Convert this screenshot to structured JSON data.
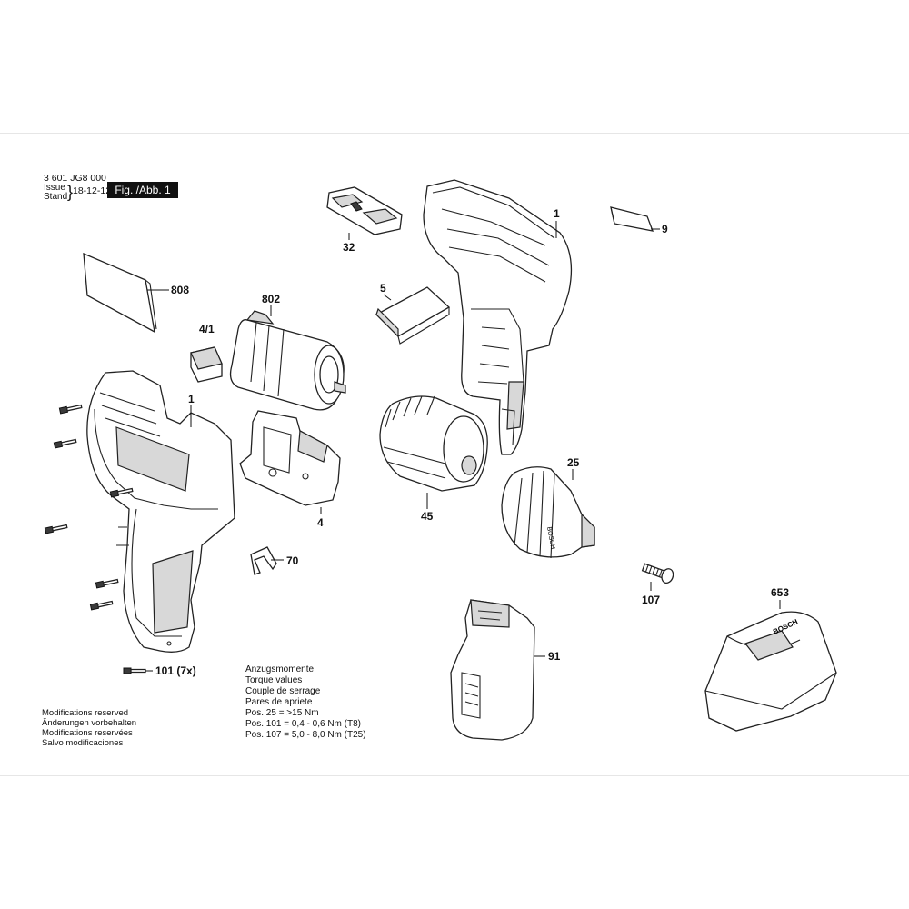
{
  "header": {
    "part_number": "3 601 JG8 000",
    "issue_label": "Issue",
    "stand_label": "Stand",
    "date": "18-12-12",
    "figure": "Fig. /Abb. 1"
  },
  "labels": {
    "p808": "808",
    "p802": "802",
    "p4_1": "4/1",
    "p32": "32",
    "p5": "5",
    "p1_top": "1",
    "p9": "9",
    "p1_left": "1",
    "p4": "4",
    "p45": "45",
    "p25": "25",
    "p70": "70",
    "p107": "107",
    "p653": "653",
    "p91": "91",
    "p101": "101 (7x)"
  },
  "torque": {
    "lines": [
      "Anzugsmomente",
      "Torque values",
      "Couple de serrage",
      "Pares de apriete"
    ],
    "pos25": "Pos.  25  = >15 Nm",
    "pos101": "Pos. 101 = 0,4 - 0,6 Nm (T8)",
    "pos107": "Pos. 107 = 5,0 - 8,0 Nm (T25)"
  },
  "modifications": [
    "Modifications reserved",
    "Änderungen vorbehalten",
    "Modifications reservées",
    "Salvo modificaciones"
  ],
  "chuck_marking": "BOSCH",
  "charger_marking": "BOSCH"
}
